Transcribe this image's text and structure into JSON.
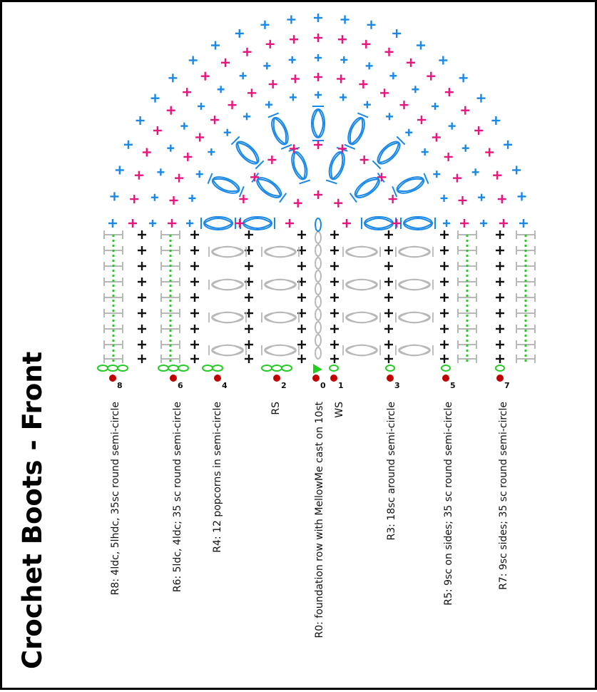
{
  "title": "Crochet Boots - Front",
  "colors": {
    "black_sc": "#111111",
    "grey_stitch": "#b8b8b8",
    "blue": "#1a88e6",
    "pink": "#e8157c",
    "marker_red": "#c00000",
    "chain_green": "#22cc22",
    "seam_green": "#22cc22"
  },
  "symbols": {
    "single_crochet": "+",
    "chain": "oval",
    "popcorn": "oval-cluster",
    "start_marker": "triangle"
  },
  "row_markers": [
    {
      "num": "8",
      "label": "R8: 4ldc, 5lhdc, 35sc round semi-circle"
    },
    {
      "num": "6",
      "label": "R6: 5ldc, 4ldc; 35 sc round semi-circle"
    },
    {
      "num": "4",
      "label": "R4: 12 popcorns in semi-circle"
    },
    {
      "num": "2",
      "label": "RS"
    },
    {
      "num": "0",
      "label": "R0: foundation row with MellowMe cast on 10st"
    },
    {
      "num": "1",
      "label": "WS"
    },
    {
      "num": "3",
      "label": "R3: 18sc around semi-circle"
    },
    {
      "num": "5",
      "label": "R5: 9sc on sides; 35 sc round semi-circle"
    },
    {
      "num": "7",
      "label": "R7: 9sc sides; 35 sc round semi-circle"
    }
  ]
}
